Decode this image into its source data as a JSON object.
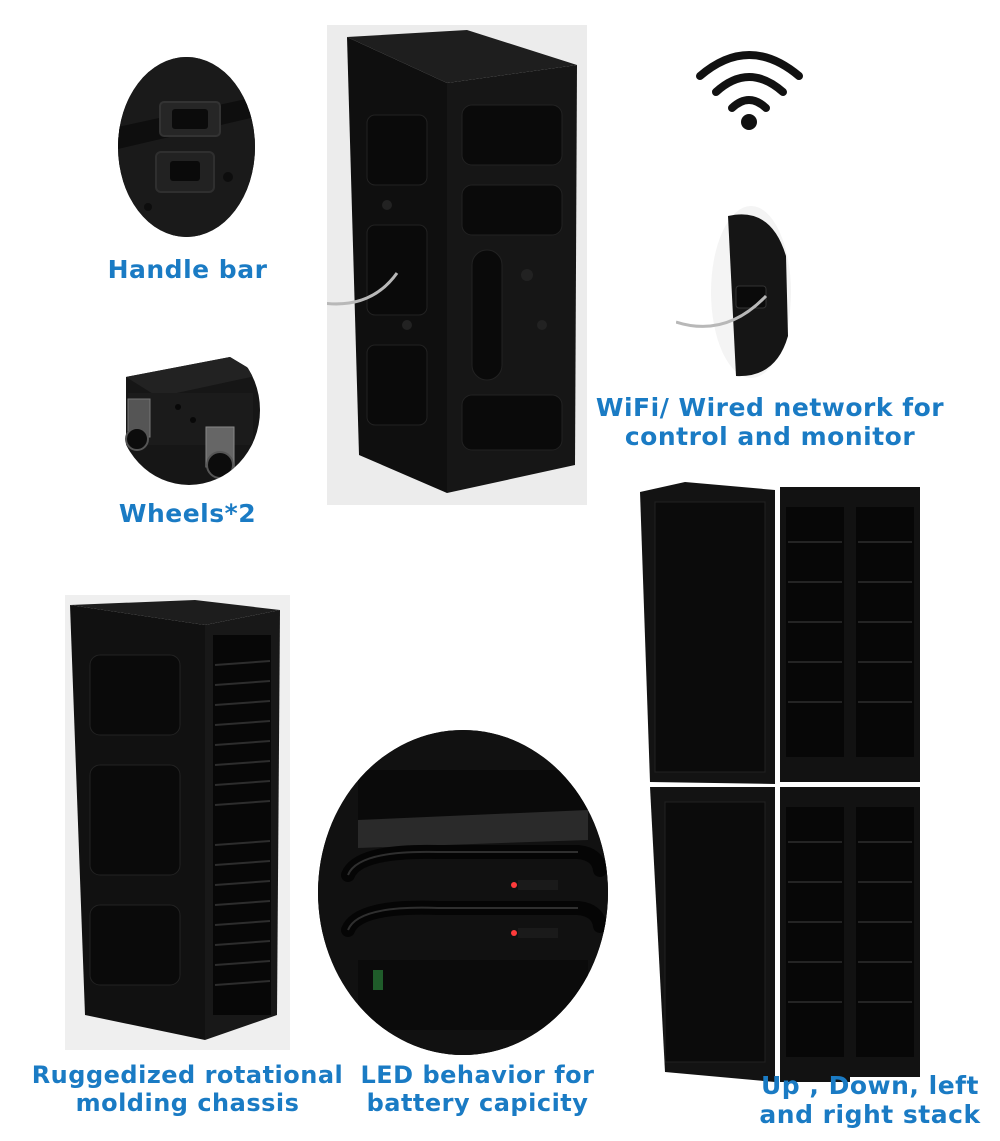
{
  "features": {
    "handle_bar": "Handle bar",
    "wheels": "Wheels*2",
    "network_line1": "WiFi/ Wired network for",
    "network_line2": "control and monitor",
    "chassis_line1": "Ruggedized rotational",
    "chassis_line2": "molding chassis",
    "led_line1": "LED behavior for",
    "led_line2": "battery capicity",
    "stack_line1": "Up , Down, left",
    "stack_line2": "and right stack"
  },
  "colors": {
    "caption": "#1a7bc4",
    "product": "#141414",
    "callout_line": "#b8b8b8"
  },
  "icons": [
    "wifi-icon"
  ]
}
